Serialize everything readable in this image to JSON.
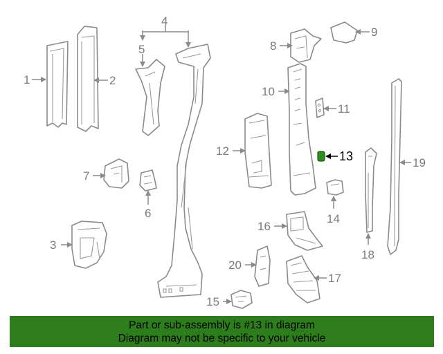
{
  "diagram": {
    "highlighted_part": "13",
    "highlight_color": "#2e8b1e",
    "callouts": {
      "c1": "1",
      "c2": "2",
      "c3": "3",
      "c4": "4",
      "c5": "5",
      "c6": "6",
      "c7": "7",
      "c8": "8",
      "c9": "9",
      "c10": "10",
      "c11": "11",
      "c12": "12",
      "c13": "13",
      "c14": "14",
      "c15": "15",
      "c16": "16",
      "c17": "17",
      "c18": "18",
      "c19": "19",
      "c20": "20"
    }
  },
  "banner": {
    "line1": "Part or sub-assembly is #13 in diagram",
    "line2": "Diagram may not be specific to your vehicle",
    "background": "#2e7d1c"
  }
}
